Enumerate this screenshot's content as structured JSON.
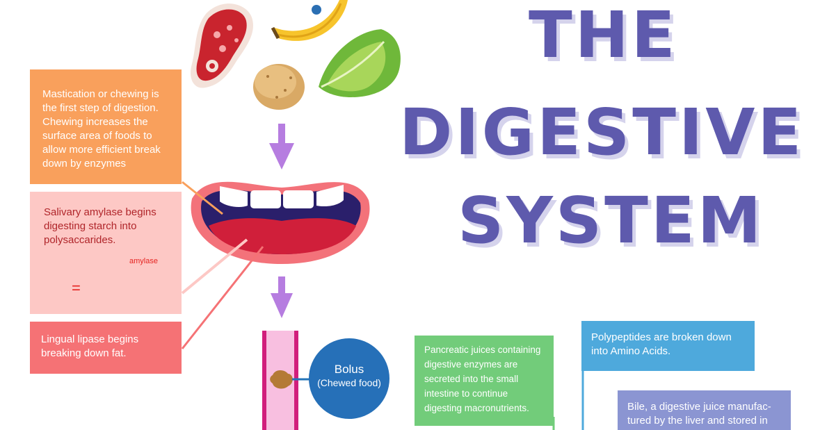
{
  "title": {
    "line1": "THE",
    "line2": "DIGESTIVE",
    "line3": "SYSTEM"
  },
  "boxes": {
    "mastication": "Mastication or chewing is the first step of digestion. Chewing increases the surface area of foods to allow more efficient break down by enzymes",
    "amylase": "Salivary amylase begins digesting starch into polysaccarides.",
    "amylase_arrow_label": "amylase",
    "equals": "=",
    "lipase": "Lingual lipase begins breaking down fat.",
    "pancreatic": "Pancreatic juices containing digestive enzymes are secreted into the small intestine to continue digesting macronutrients.",
    "polypeptides": "Polypeptides are broken down into Amino Acids.",
    "bile": "Bile, a digestive juice manufac-tured by the liver and stored in"
  },
  "bolus": {
    "label": "Bolus",
    "sublabel": "(Chewed food)"
  },
  "icons": [
    "meat-icon",
    "banana-icon",
    "potato-icon",
    "lettuce-icon",
    "mouth-icon",
    "esophagus-icon",
    "food-lump-icon"
  ],
  "colors": {
    "title": "#5e5aad",
    "orange": "#f9a05c",
    "pink": "#fdc8c5",
    "red": "#f57275",
    "green": "#72cc7a",
    "blue": "#4ea9dc",
    "lavender": "#8b95d2",
    "arrow": "#b67de0"
  }
}
